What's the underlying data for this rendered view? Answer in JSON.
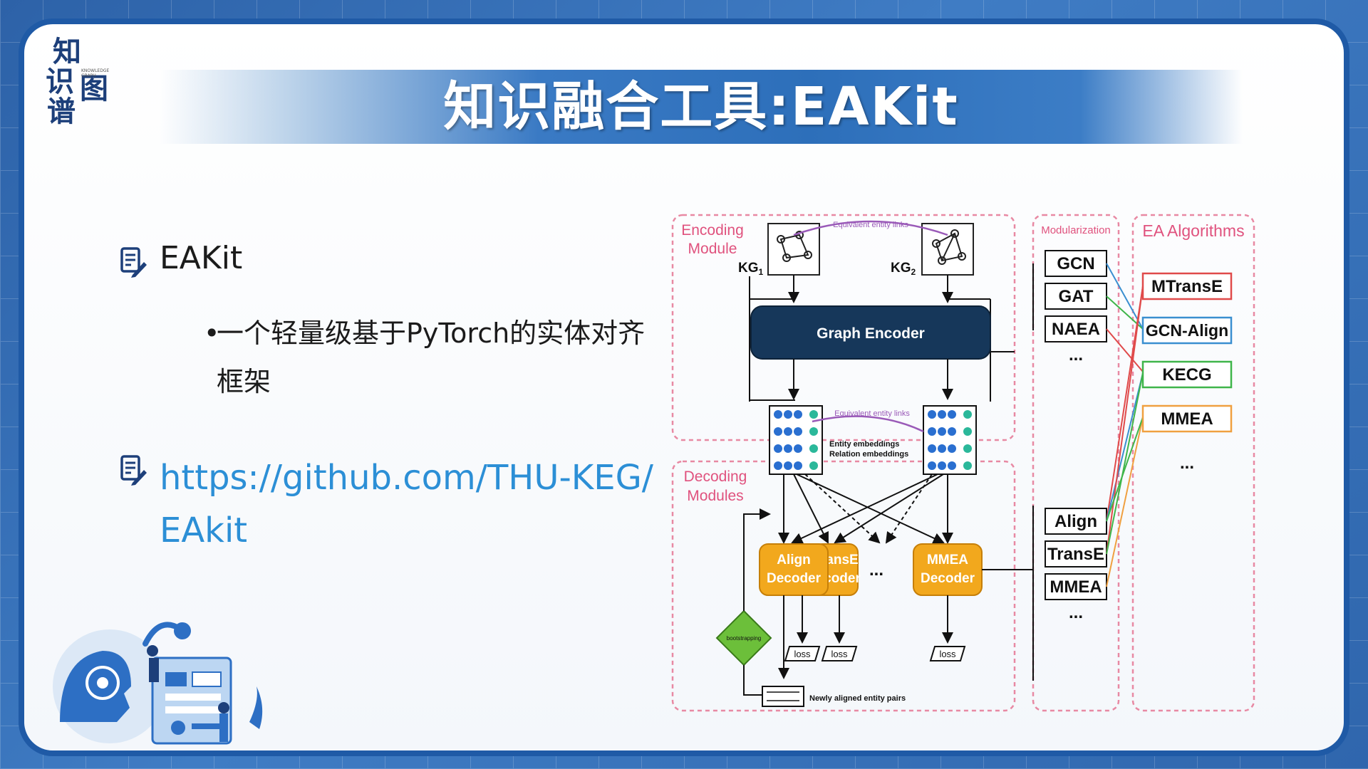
{
  "logo": {
    "c1": "知",
    "c2": "识",
    "c3": "图",
    "c4": "谱",
    "en": "KNOWLEDGE GRAPH"
  },
  "slide": {
    "title": "知识融合工具:EAKit",
    "item1": "EAKit",
    "item1_sub": "一个轻量级基于PyTorch的实体对齐框架",
    "link": "https://github.com/THU-KEG/EAkit"
  },
  "diagram": {
    "encoding_module": [
      "Encoding",
      "Module"
    ],
    "decoding_modules": [
      "Decoding",
      "Modules"
    ],
    "modularization": "Modularization",
    "ea_algorithms": "EA Algorithms",
    "kg1": "KG",
    "kg1_sub": "1",
    "kg2": "KG",
    "kg2_sub": "2",
    "equiv_links": "Equivalent entity links",
    "graph_encoder": "Graph Encoder",
    "entity_emb": "Entity embeddings",
    "relation_emb": "Relation embeddings",
    "align_decoder": [
      "Align",
      "Decoder"
    ],
    "transe_decoder": [
      "ansE",
      "coder"
    ],
    "mmea_decoder": [
      "MMEA",
      "Decoder"
    ],
    "dots": "...",
    "loss": "loss",
    "bootstrapping": "bootstrapping",
    "new_pairs": "Newly aligned entity pairs",
    "encoders": [
      "GCN",
      "GAT",
      "NAEA",
      "..."
    ],
    "decoders": [
      "Align",
      "TransE",
      "MMEA",
      "..."
    ],
    "algorithms": [
      "MTransE",
      "GCN-Align",
      "KECG",
      "MMEA",
      "..."
    ],
    "algo_colors": [
      "#e04a4a",
      "#3a8fd0",
      "#3fb54a",
      "#f0a040"
    ],
    "encoder_block_color": "#16375a",
    "decoder_color": "#f2a81d",
    "boot_color": "#6cbf3a",
    "frame_color": "#e889a3"
  }
}
